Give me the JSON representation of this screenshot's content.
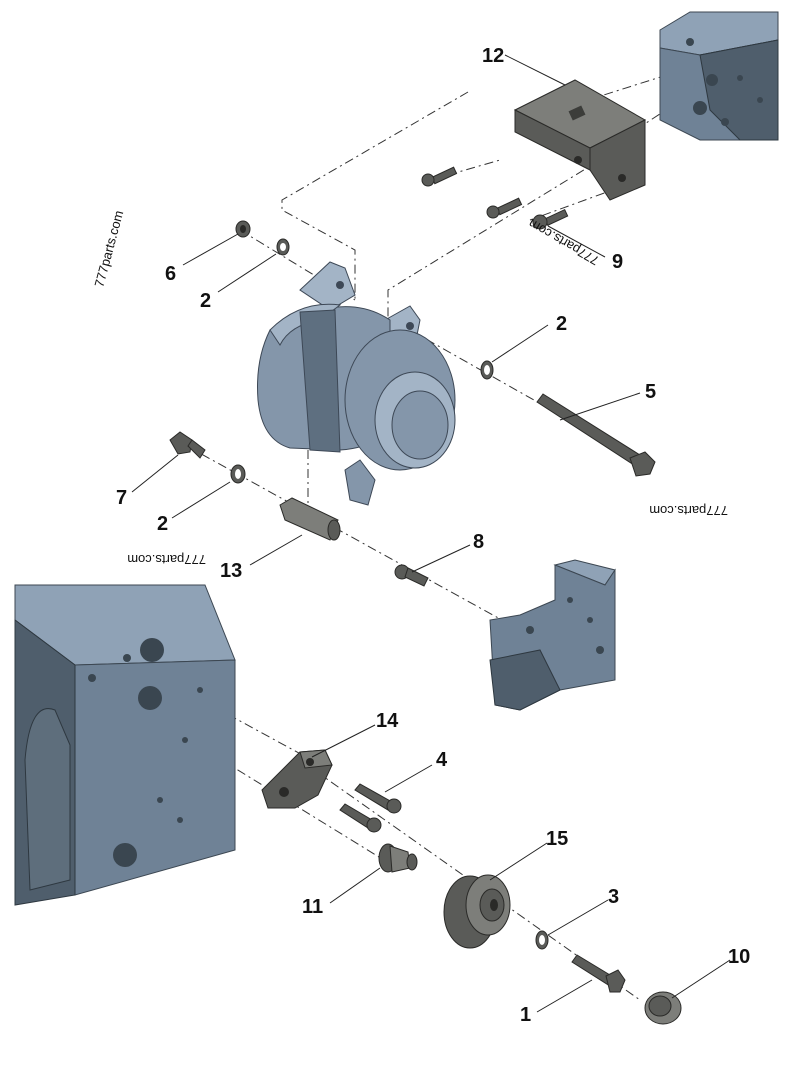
{
  "callouts": [
    {
      "id": "c12",
      "label": "12"
    },
    {
      "id": "c6",
      "label": "6"
    },
    {
      "id": "c2a",
      "label": "2"
    },
    {
      "id": "c9",
      "label": "9"
    },
    {
      "id": "c2b",
      "label": "2"
    },
    {
      "id": "c5",
      "label": "5"
    },
    {
      "id": "c7",
      "label": "7"
    },
    {
      "id": "c2c",
      "label": "2"
    },
    {
      "id": "c8",
      "label": "8"
    },
    {
      "id": "c13",
      "label": "13"
    },
    {
      "id": "c14",
      "label": "14"
    },
    {
      "id": "c4",
      "label": "4"
    },
    {
      "id": "c15",
      "label": "15"
    },
    {
      "id": "c11",
      "label": "11"
    },
    {
      "id": "c3",
      "label": "3"
    },
    {
      "id": "c10",
      "label": "10"
    },
    {
      "id": "c1",
      "label": "1"
    }
  ],
  "watermarks": [
    "777parts.com",
    "777parts.com",
    "777parts.com",
    "777parts.com"
  ],
  "colors": {
    "engine_block": "#6f8296",
    "alternator": "#8496aa",
    "hardware": "#5a5b58"
  }
}
